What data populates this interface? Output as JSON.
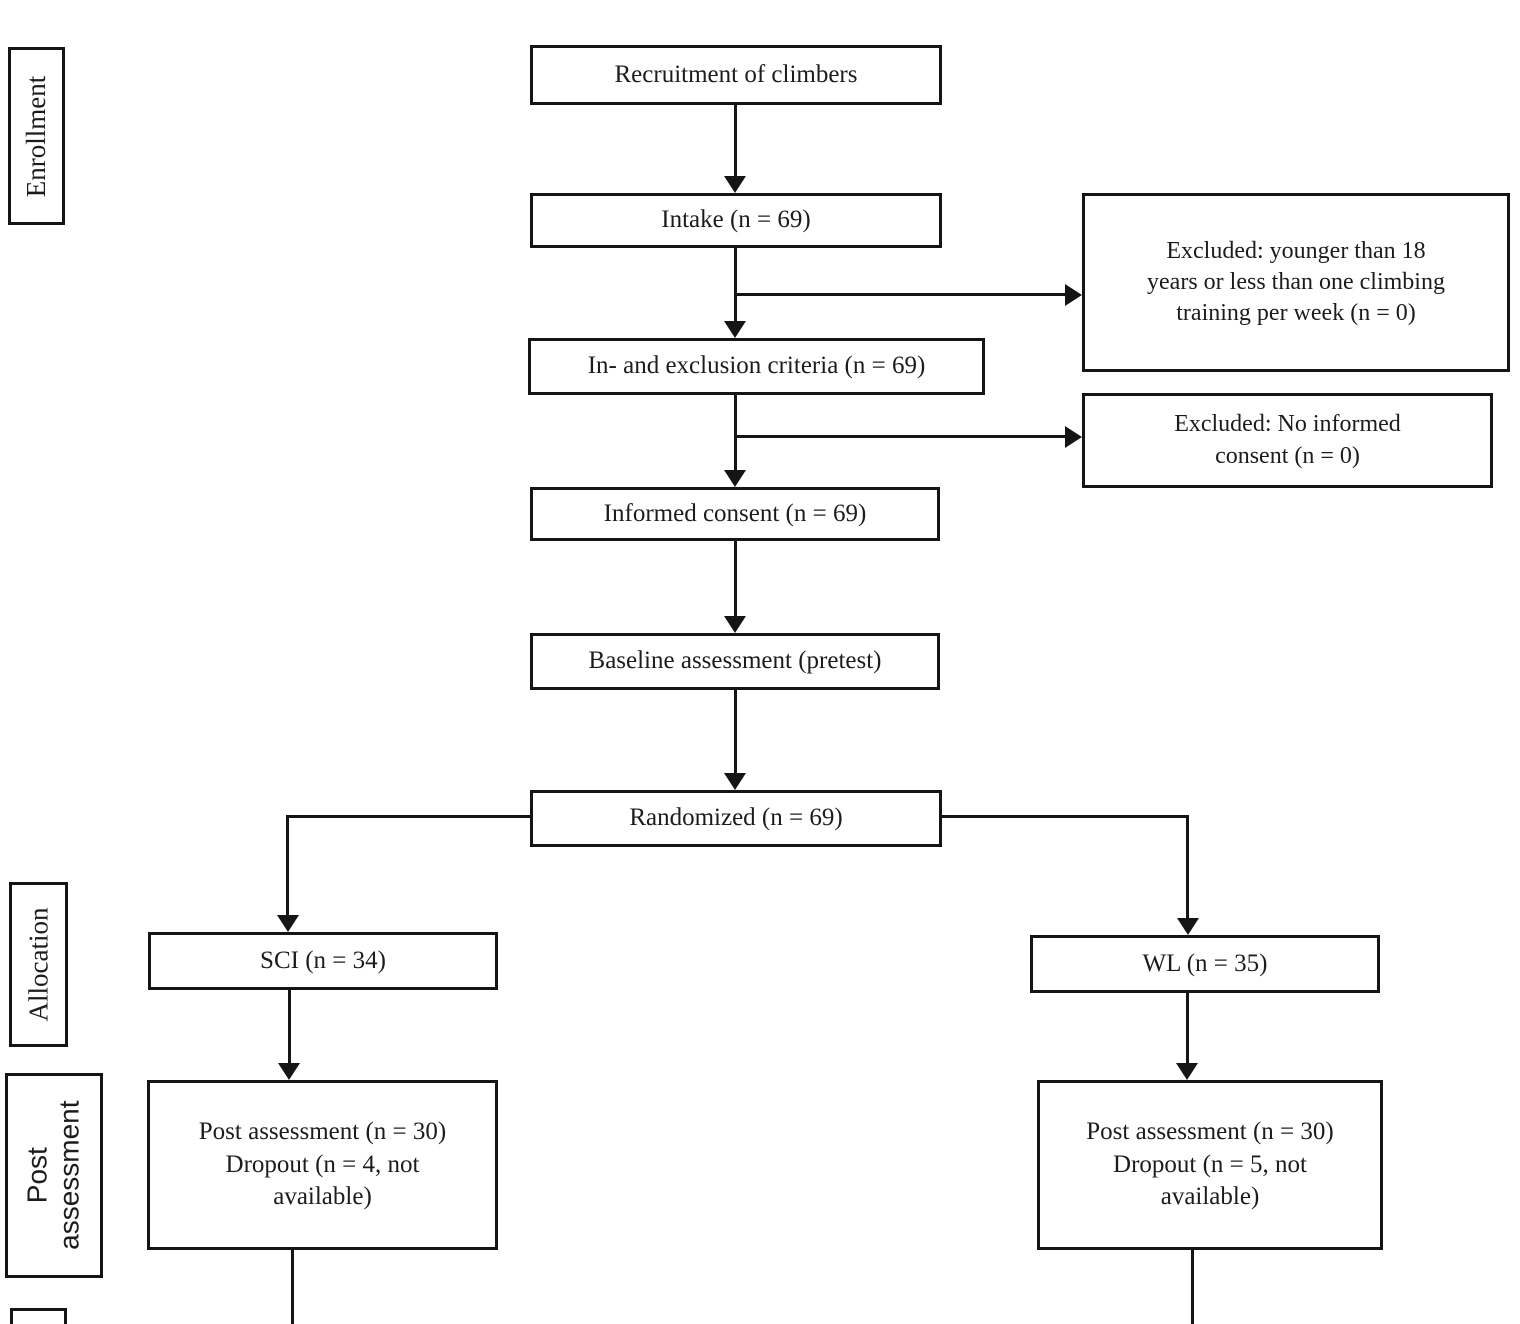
{
  "diagram": {
    "type": "consort-flowchart",
    "stage_labels": [
      {
        "id": "enrollment",
        "text": "Enrollment"
      },
      {
        "id": "allocation",
        "text": "Allocation"
      },
      {
        "id": "post_assessment",
        "text": "Post assessment"
      }
    ],
    "flow": {
      "recruitment": "Recruitment of climbers",
      "intake": "Intake (n = 69)",
      "criteria": "In- and exclusion criteria (n = 69)",
      "excluded_age": "Excluded: younger than 18\nyears or less than one climbing\ntraining per week (n = 0)",
      "excluded_consent": "Excluded: No informed\nconsent (n = 0)",
      "consent": "Informed consent (n = 69)",
      "baseline": "Baseline assessment (pretest)",
      "randomized": "Randomized (n = 69)",
      "group_sci": "SCI (n = 34)",
      "group_wl": "WL (n = 35)",
      "post_sci": "Post assessment (n = 30)\nDropout (n = 4, not\navailable)",
      "post_wl": "Post assessment (n = 30)\nDropout (n = 5, not\navailable)"
    },
    "colors": {
      "line": "#151515",
      "background": "#ffffff",
      "text": "#1c1c1c"
    }
  }
}
